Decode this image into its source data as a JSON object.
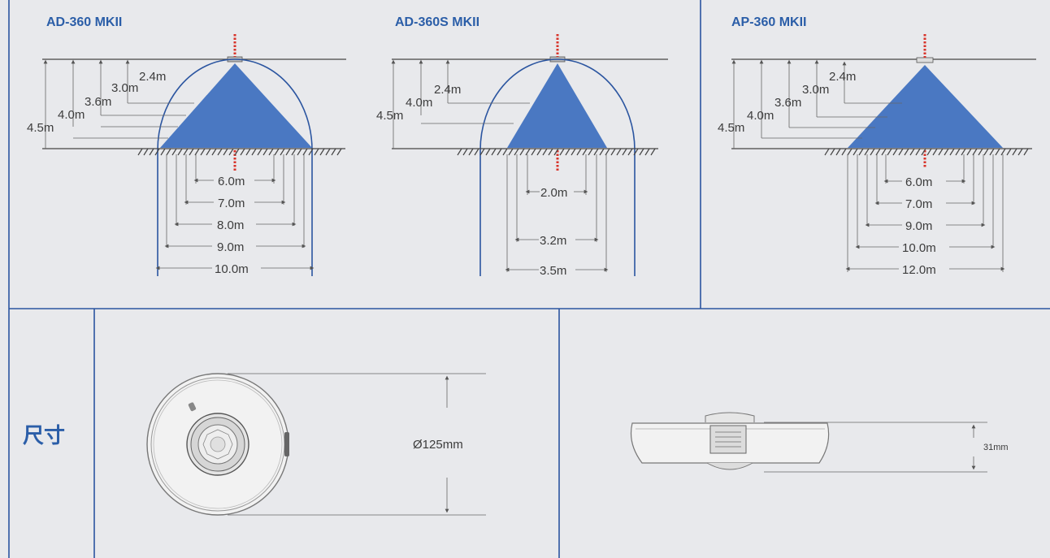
{
  "models": [
    {
      "title": "AD-360 MKII",
      "heights": [
        "2.4m",
        "3.0m",
        "3.6m",
        "4.0m",
        "4.5m"
      ],
      "widths": [
        "6.0m",
        "7.0m",
        "8.0m",
        "9.0m",
        "10.0m"
      ]
    },
    {
      "title": "AD-360S MKII",
      "heights": [
        "2.4m",
        "4.0m",
        "4.5m"
      ],
      "widths": [
        "2.0m",
        "3.2m",
        "3.5m"
      ]
    },
    {
      "title": "AP-360 MKII",
      "heights": [
        "2.4m",
        "3.0m",
        "3.6m",
        "4.0m",
        "4.5m"
      ],
      "widths": [
        "6.0m",
        "7.0m",
        "9.0m",
        "10.0m",
        "12.0m"
      ]
    }
  ],
  "dimensions": {
    "label": "尺寸",
    "diameter": "Ø125mm",
    "height": "31mm"
  }
}
